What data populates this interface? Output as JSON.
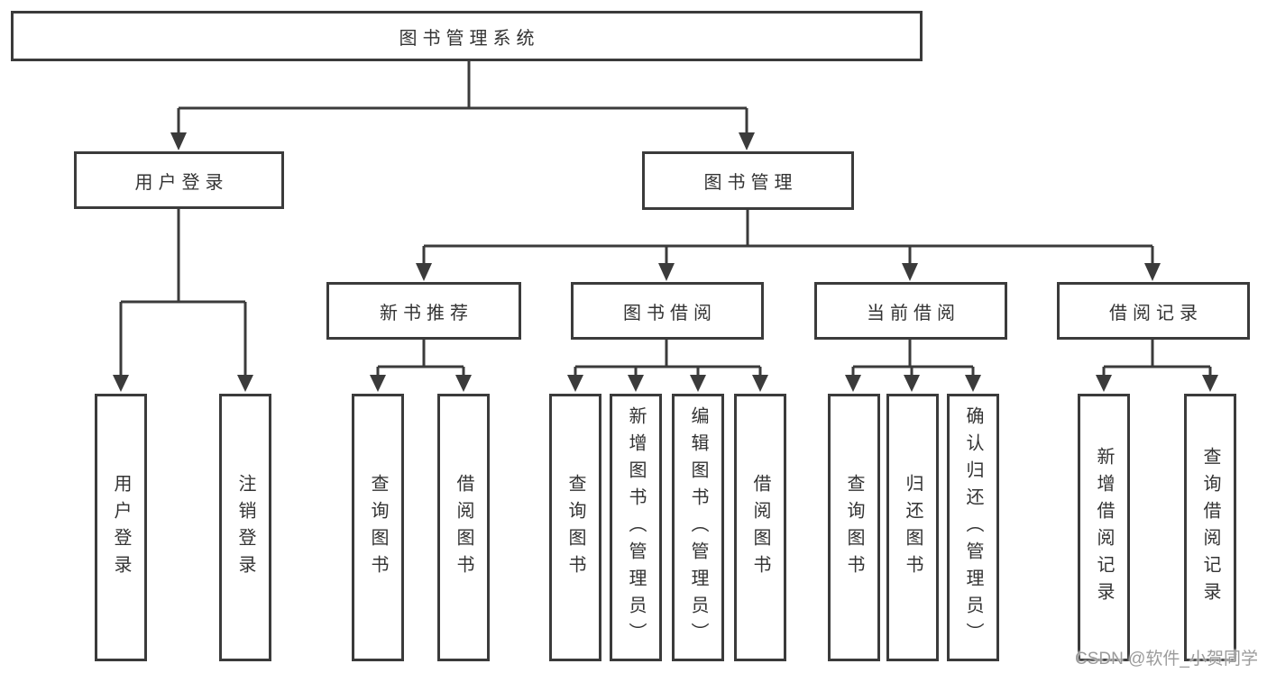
{
  "diagram": {
    "root": {
      "label": "图书管理系统"
    },
    "level1": [
      {
        "label": "用户登录",
        "leaves": [
          {
            "label": "用户登录"
          },
          {
            "label": "注销登录"
          }
        ]
      },
      {
        "label": "图书管理",
        "children": [
          {
            "label": "新书推荐",
            "leaves": [
              {
                "label": "查询图书"
              },
              {
                "label": "借阅图书"
              }
            ]
          },
          {
            "label": "图书借阅",
            "leaves": [
              {
                "label": "查询图书"
              },
              {
                "label": "新增图书（管理员）"
              },
              {
                "label": "编辑图书（管理员）"
              },
              {
                "label": "借阅图书"
              }
            ]
          },
          {
            "label": "当前借阅",
            "leaves": [
              {
                "label": "查询图书"
              },
              {
                "label": "归还图书"
              },
              {
                "label": "确认归还（管理员）"
              }
            ]
          },
          {
            "label": "借阅记录",
            "leaves": [
              {
                "label": "新增借阅记录"
              },
              {
                "label": "查询借阅记录"
              }
            ]
          }
        ]
      }
    ]
  },
  "watermark": {
    "text": "CSDN @软件_小贺同学"
  },
  "colors": {
    "line": "#3b3b3b",
    "box_border": "#3b3b3b",
    "text": "#333333",
    "watermark": "#9b9b9b",
    "background": "#ffffff"
  }
}
